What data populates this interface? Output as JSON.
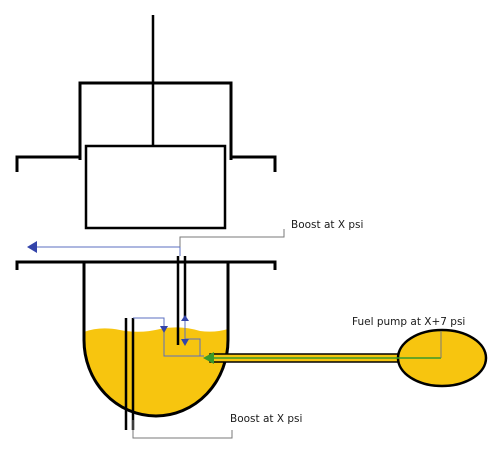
{
  "labels": {
    "boost_top": "Boost at X psi",
    "boost_bottom": "Boost at X psi",
    "fuel_pump": "Fuel pump at X+7 psi"
  },
  "colors": {
    "fuel": "#f7c50f",
    "outline": "#000000",
    "boost_line": "#5b6fc0",
    "boost_arrow": "#3344aa",
    "fuel_arrow": "#3a9a2a",
    "leader": "#7a7a7a"
  }
}
